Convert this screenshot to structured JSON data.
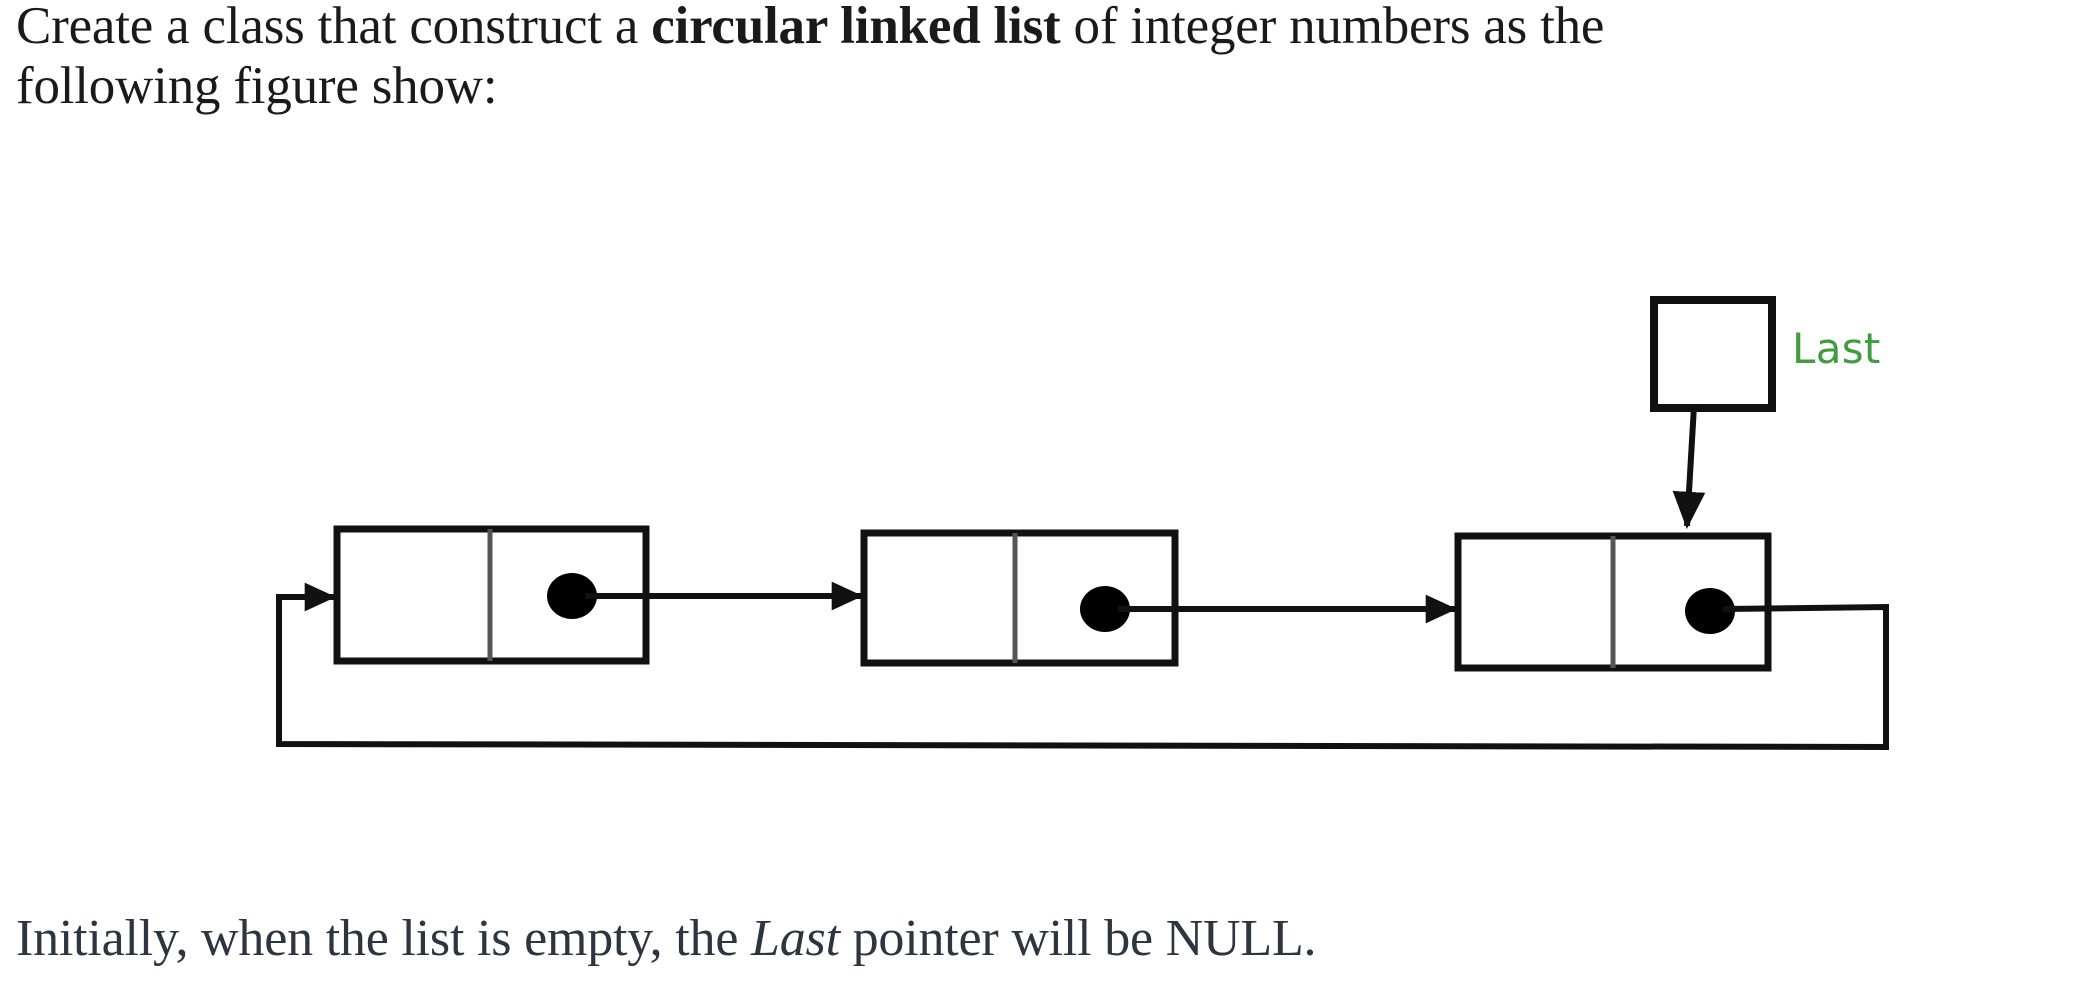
{
  "page": {
    "background_color": "#ffffff",
    "prompt": {
      "line1_a": "Create a class that construct a ",
      "line1_bold": "circular linked list",
      "line1_b": " of integer numbers as the",
      "line2": "following figure show:",
      "full_text": "Create a class that construct a circular linked list of integer numbers as the following figure show:",
      "color": "#1a1a1a"
    },
    "caption": {
      "part_a": "Initially, when the list is empty, the ",
      "part_italic": "Last",
      "part_b": " pointer will be NULL.",
      "full_text": "Initially, when the list is empty, the Last pointer will be NULL.",
      "color": "#2d3640"
    }
  },
  "figure": {
    "title": "circular-linked-list-diagram",
    "stroke_color": "#111111",
    "divider_color": "#555555",
    "pointer_dot_color": "#000000",
    "last_label": {
      "text": "Last",
      "color": "#3f9c3f"
    },
    "nodes": [
      {
        "id": "node-1",
        "data_cell_text": "",
        "next_cell_text": ""
      },
      {
        "id": "node-2",
        "data_cell_text": "",
        "next_cell_text": ""
      },
      {
        "id": "node-3",
        "data_cell_text": "",
        "next_cell_text": ""
      }
    ],
    "last_pointer_box": {
      "id": "last-box",
      "text": ""
    },
    "edges": [
      {
        "id": "edge-node1-node2",
        "from": "node-1",
        "to": "node-2"
      },
      {
        "id": "edge-node2-node3",
        "from": "node-2",
        "to": "node-3"
      },
      {
        "id": "edge-node3-node1-wraparound",
        "from": "node-3",
        "to": "node-1"
      },
      {
        "id": "edge-last-node3",
        "from": "last-box",
        "to": "node-3"
      }
    ]
  }
}
